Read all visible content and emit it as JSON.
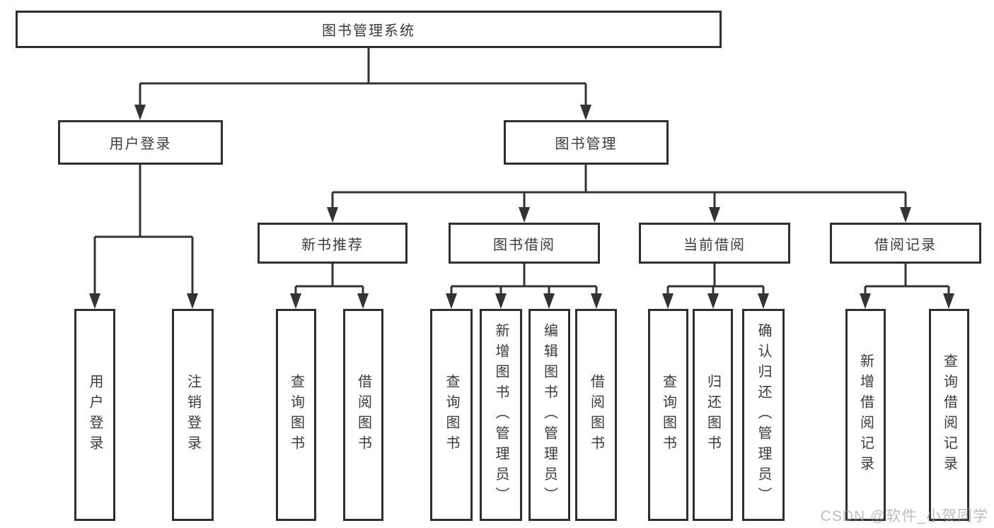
{
  "diagram": {
    "root": {
      "label": "图书管理系统"
    },
    "branches": [
      {
        "label": "用户登录",
        "children": [
          {
            "label": "用户登录"
          },
          {
            "label": "注销登录"
          }
        ]
      },
      {
        "label": "图书管理",
        "children": [
          {
            "label": "新书推荐",
            "children": [
              {
                "label": "查询图书"
              },
              {
                "label": "借阅图书"
              }
            ]
          },
          {
            "label": "图书借阅",
            "children": [
              {
                "label": "查询图书"
              },
              {
                "label": "新增图书（管理员）"
              },
              {
                "label": "编辑图书（管理员）"
              },
              {
                "label": "借阅图书"
              }
            ]
          },
          {
            "label": "当前借阅",
            "children": [
              {
                "label": "查询图书"
              },
              {
                "label": "归还图书"
              },
              {
                "label": "确认归还（管理员）"
              }
            ]
          },
          {
            "label": "借阅记录",
            "children": [
              {
                "label": "新增借阅记录"
              },
              {
                "label": "查询借阅记录"
              }
            ]
          }
        ]
      }
    ]
  },
  "watermark": {
    "text": "CSDN @软件_小贺同学"
  },
  "colors": {
    "line": "#333333",
    "box_border": "#2f2f2f",
    "text": "#3a3a3a",
    "background": "#ffffff",
    "watermark": "#9a9a9a"
  }
}
